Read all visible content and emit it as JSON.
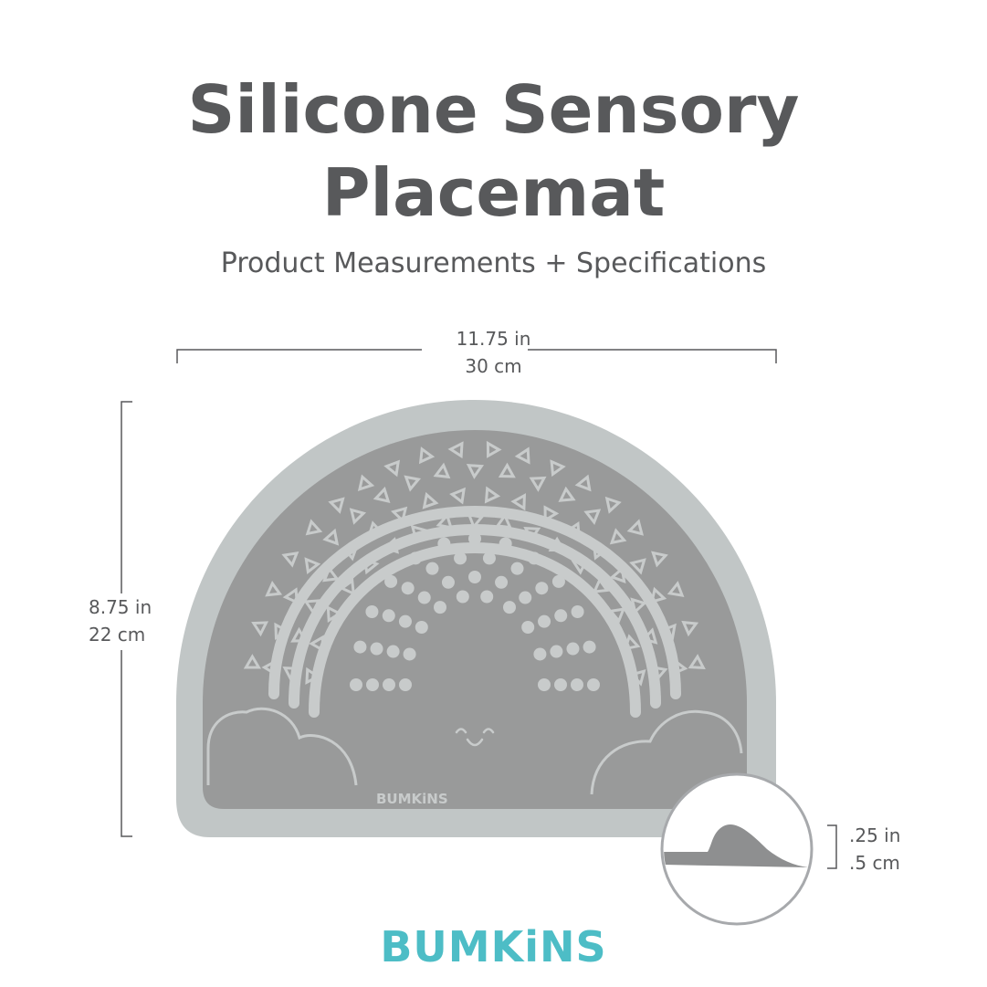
{
  "header": {
    "title_line1": "Silicone Sensory",
    "title_line2": "Placemat",
    "subtitle": "Product Measurements + Specifications"
  },
  "dimensions": {
    "width_in": "11.75 in",
    "width_cm": "30 cm",
    "height_in": "8.75 in",
    "height_cm": "22 cm",
    "thickness_in": ".25 in",
    "thickness_cm": ".5 cm"
  },
  "product": {
    "mat_imprint": "BUMKiNS",
    "rim_color": "#c1c6c6",
    "mat_color": "#999a9a",
    "pattern_color": "#c8cbcb"
  },
  "brand": {
    "logo_text": "BUMKiNS",
    "logo_color": "#4dbdc6",
    "accent_dot_color": "#f6c418"
  }
}
